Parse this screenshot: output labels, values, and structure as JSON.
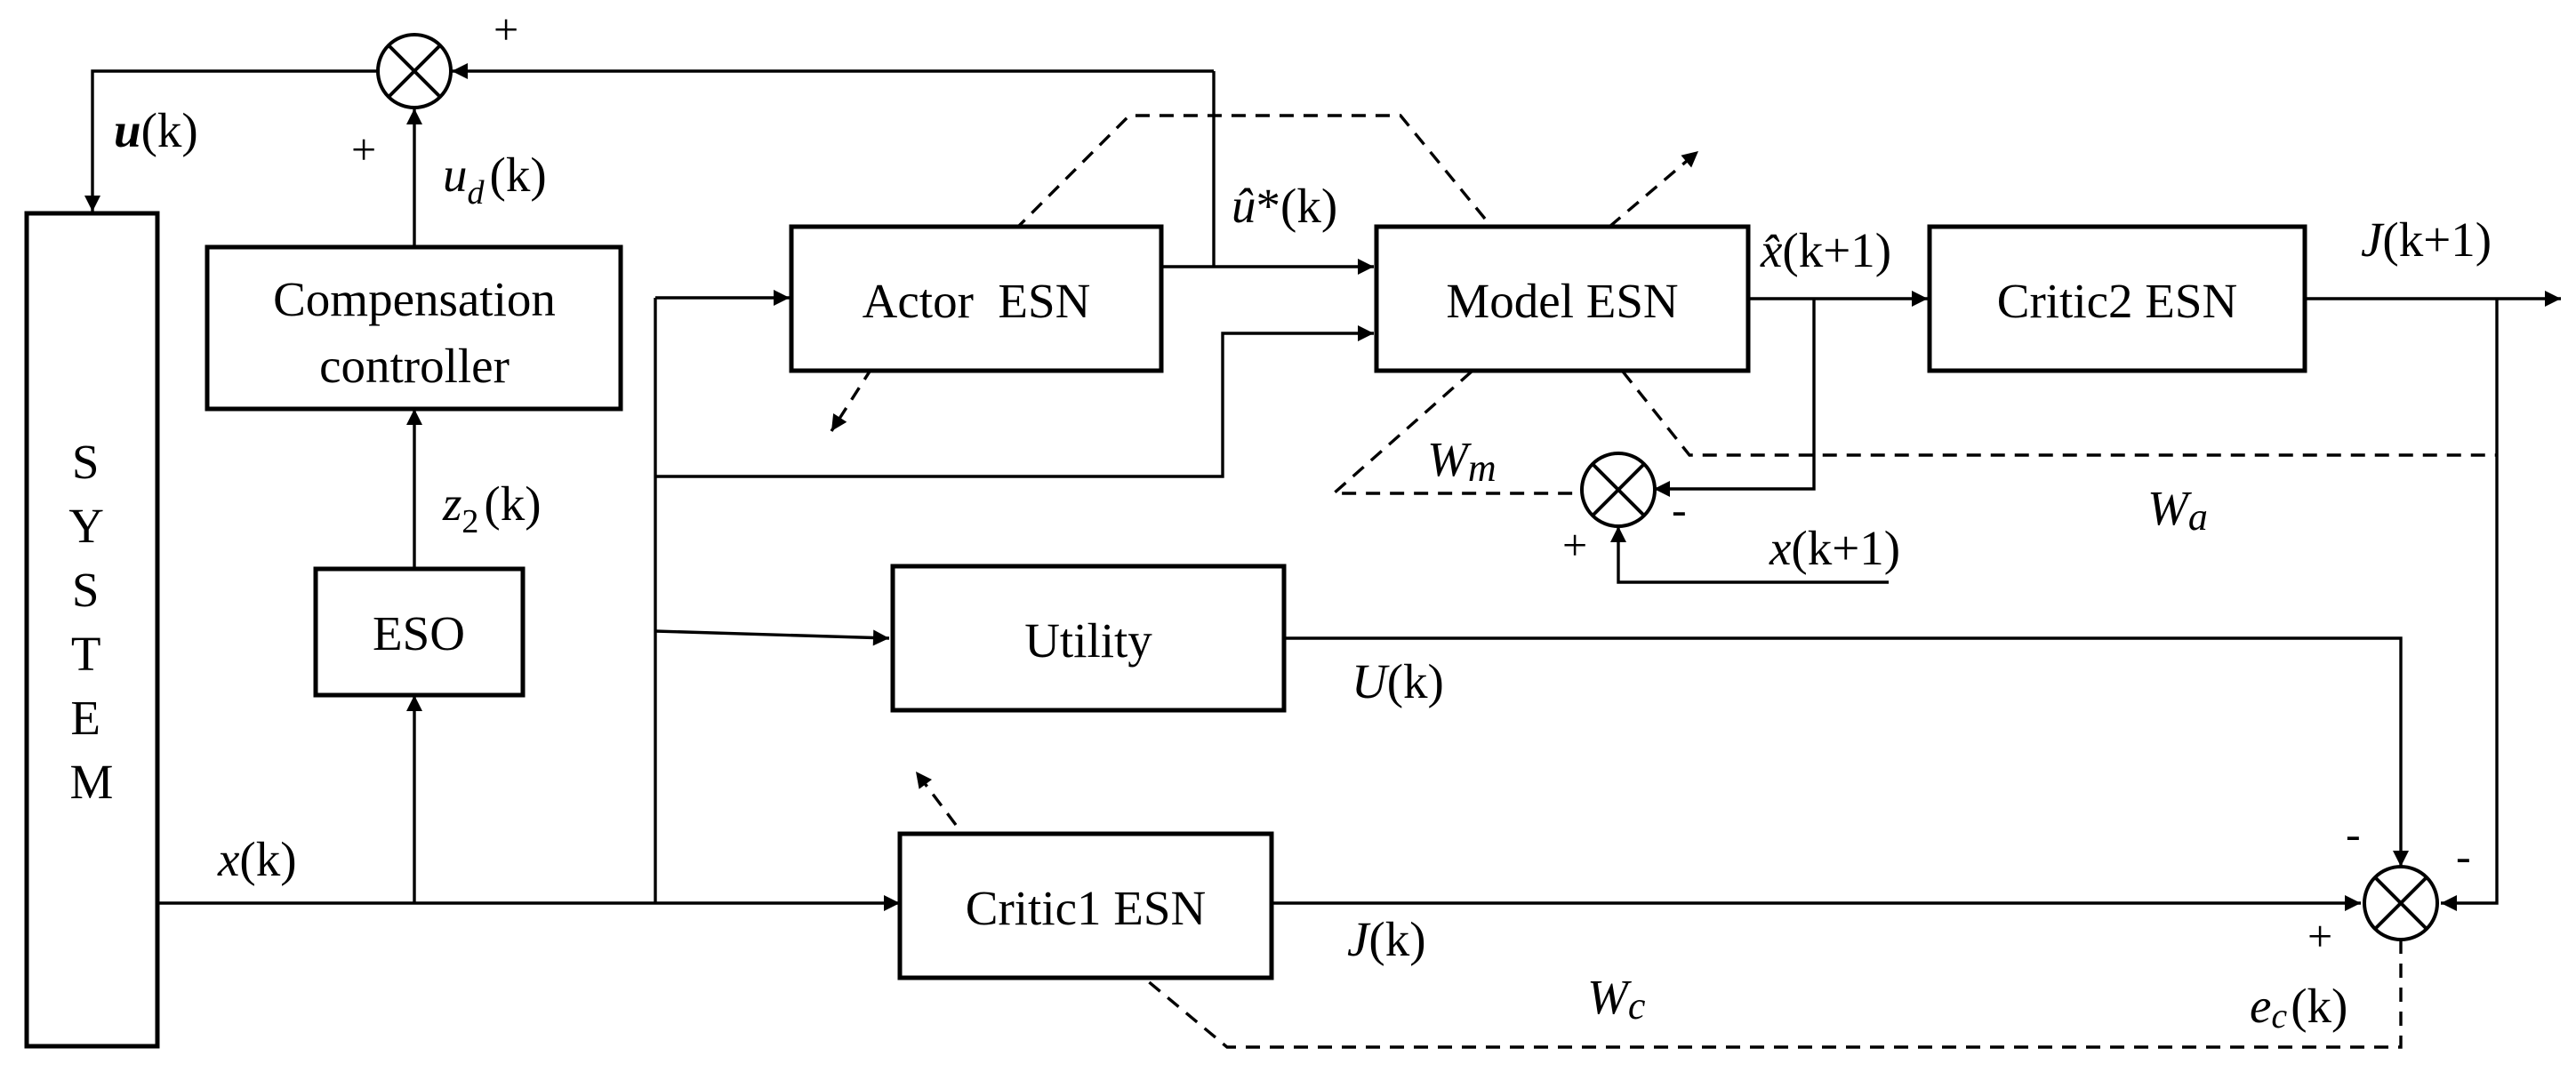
{
  "blocks": {
    "system": [
      "S",
      "Y",
      "S",
      "T",
      "E",
      "M"
    ],
    "compensation_line1": "Compensation",
    "compensation_line2": "controller",
    "eso": "ESO",
    "actor": "Actor  ESN",
    "model": "Model ESN",
    "critic2": "Critic2 ESN",
    "utility": "Utility",
    "critic1": "Critic1 ESN"
  },
  "signals": {
    "u": {
      "base": "u",
      "arg": "(k)"
    },
    "ud": {
      "base": "u",
      "sub": "d",
      "arg": "(k)"
    },
    "z2": {
      "base": "z",
      "sub": "2",
      "arg": "(k)"
    },
    "xk": {
      "base": "x",
      "arg": "(k)"
    },
    "uhat": {
      "base": "û",
      "sup": "*",
      "arg": "(k)"
    },
    "xhat": {
      "base": "x̂",
      "arg": "(k+1)"
    },
    "J1": {
      "base": "J",
      "arg": "(k+1)"
    },
    "Wm": {
      "base": "W",
      "sub": "m"
    },
    "x1": {
      "base": "x",
      "arg": "(k+1)"
    },
    "Wa": {
      "base": "W",
      "sub": "a"
    },
    "U": {
      "base": "U",
      "arg": "(k)"
    },
    "Jk": {
      "base": "J",
      "arg": "(k)"
    },
    "Wc": {
      "base": "W",
      "sub": "c"
    },
    "ec": {
      "base": "e",
      "sub": "c",
      "arg": "(k)"
    }
  },
  "signs": {
    "top_plus_right": "+",
    "top_plus_below": "+",
    "model_plus": "+",
    "model_minus": "-",
    "err_minus_left": "-",
    "err_minus_right": "-",
    "err_plus": "+"
  }
}
